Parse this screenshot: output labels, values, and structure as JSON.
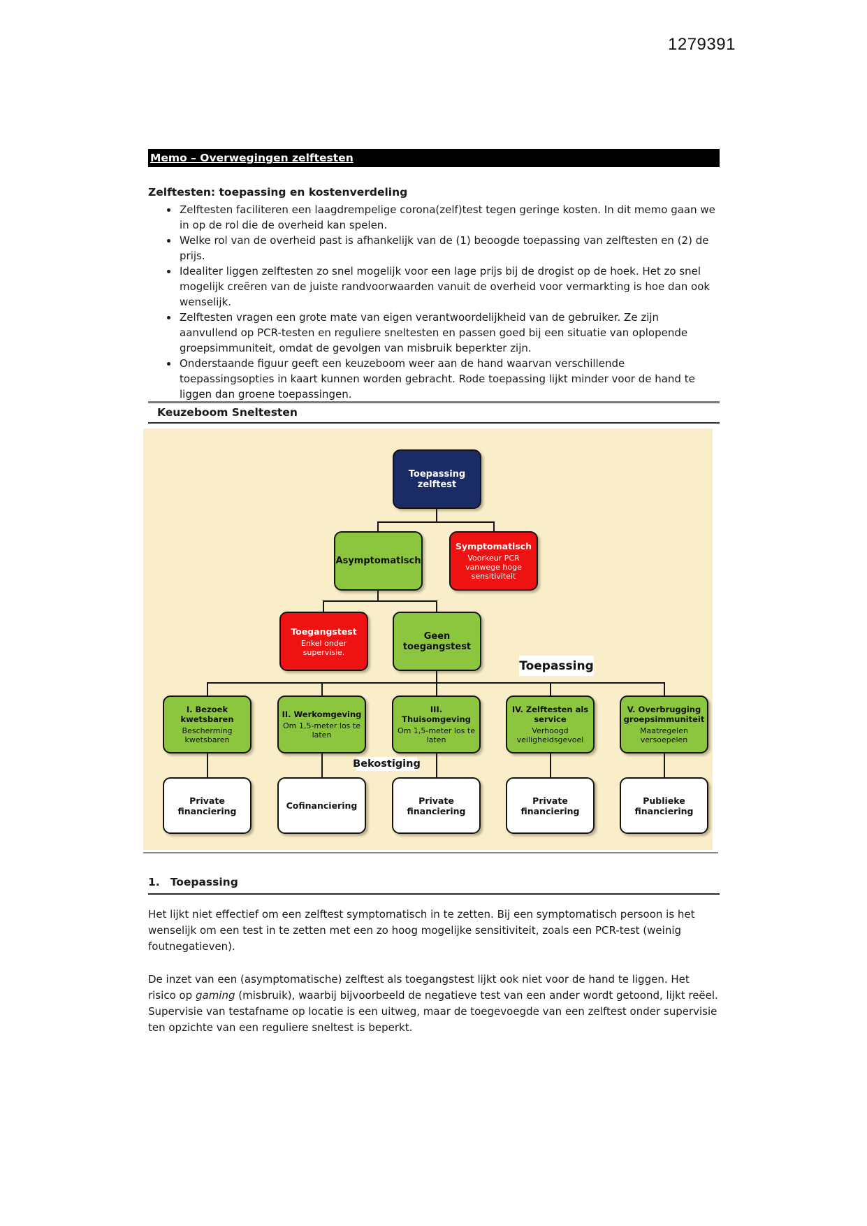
{
  "page": {
    "number": "1279391"
  },
  "memo_bar": {
    "title": "Memo – Overwegingen zelftesten"
  },
  "intro": {
    "heading": "Zelftesten: toepassing en kostenverdeling",
    "bullets": [
      "Zelftesten faciliteren een laagdrempelige corona(zelf)test tegen geringe kosten. In dit memo gaan we in op de rol die de overheid kan spelen.",
      "Welke rol van de overheid past is afhankelijk van de (1) beoogde toepassing van zelftesten en (2) de prijs.",
      "Idealiter liggen zelftesten zo snel mogelijk voor een lage prijs bij de drogist op de hoek. Het zo snel mogelijk creëren van de juiste randvoorwaarden vanuit de overheid voor vermarkting is hoe dan ook wenselijk.",
      "Zelftesten vragen een grote mate van eigen verantwoordelijkheid van de gebruiker. Ze zijn aanvullend op PCR-testen en reguliere sneltesten en passen goed bij een situatie van oplopende groepsimmuniteit, omdat de gevolgen van misbruik beperkter zijn.",
      "Onderstaande figuur geeft een keuzeboom weer aan de hand waarvan verschillende toepassingsopties in kaart kunnen worden gebracht. Rode toepassing lijkt minder voor de hand te liggen dan groene toepassingen."
    ]
  },
  "figure": {
    "section_title": "Keuzeboom Sneltesten",
    "colors": {
      "background": "#FAEECA",
      "navy": "#1B2B66",
      "green": "#8CC63F",
      "red": "#EE1212"
    },
    "nodes": {
      "root": {
        "title": "Toepassing zelftest"
      },
      "asymptomatisch": {
        "title": "Asymptomatisch"
      },
      "symptomatisch": {
        "title": "Symptomatisch",
        "subtitle": "Voorkeur PCR vanwege hoge sensitiviteit"
      },
      "toegangstest": {
        "title": "Toegangstest",
        "subtitle": "Enkel onder supervisie."
      },
      "geen_toegangstest": {
        "title": "Geen toegangstest"
      }
    },
    "labels": {
      "toepassing": "Toepassing",
      "bekostiging": "Bekostiging"
    },
    "options": [
      {
        "title": "I. Bezoek kwetsbaren",
        "subtitle": "Bescherming kwetsbaren",
        "funding": "Private financiering"
      },
      {
        "title": "II. Werkomgeving",
        "subtitle": "Om 1,5-meter los te laten",
        "funding": "Cofinanciering"
      },
      {
        "title": "III. Thuisomgeving",
        "subtitle": "Om 1,5-meter los te laten",
        "funding": "Private financiering"
      },
      {
        "title": "IV. Zelftesten als service",
        "subtitle": "Verhoogd veiligheidsgevoel",
        "funding": "Private financiering"
      },
      {
        "title": "V. Overbrugging groepsimmuniteit",
        "subtitle": "Maatregelen versoepelen",
        "funding": "Publieke financiering"
      }
    ]
  },
  "section1": {
    "number": "1.",
    "heading": "Toepassing",
    "paragraph1": "Het lijkt niet effectief om een zelftest symptomatisch in te zetten. Bij een symptomatisch persoon is het wenselijk om een test in te zetten met een zo hoog mogelijke sensitiviteit, zoals een PCR-test (weinig foutnegatieven).",
    "p2_before": "De inzet van een (asymptomatische) zelftest als toegangstest lijkt ook niet voor de hand te liggen. Het risico op ",
    "p2_italic": "gaming",
    "p2_after": " (misbruik), waarbij bijvoorbeeld de negatieve test van een ander wordt getoond, lijkt reëel. Supervisie van testafname op locatie is een uitweg, maar de toegevoegde van een zelftest onder supervisie ten opzichte van een reguliere sneltest is beperkt."
  }
}
